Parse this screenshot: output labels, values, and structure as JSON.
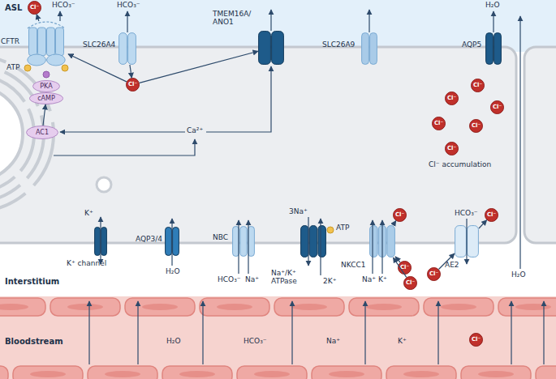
{
  "diagram": {
    "nodes": [
      {
        "text": [
          "Cl⁻"
        ]
      },
      {
        "text": [
          "CFTR"
        ]
      },
      {
        "text": [
          "PKA"
        ]
      },
      {
        "text": [
          "cAMP"
        ]
      },
      {
        "text": [
          "AC1"
        ]
      },
      {
        "text": [
          "SLC26A4"
        ]
      },
      {
        "text": [
          "Cl⁻"
        ]
      },
      {
        "text": [
          "TMEM16A/ ANO1"
        ]
      },
      {
        "text": [
          "SLC26A9"
        ]
      },
      {
        "text": [
          "AQP5"
        ]
      },
      {
        "text": [
          "Cl⁻"
        ]
      },
      {
        "text": [
          "Cl⁻"
        ]
      },
      {
        "text": [
          "Cl⁻"
        ]
      },
      {
        "text": [
          "Cl⁻"
        ]
      },
      {
        "text": [
          "Cl⁻"
        ]
      },
      {
        "text": [
          "Cl⁻"
        ]
      },
      {
        "text": [
          "K⁺ channel"
        ]
      },
      {
        "text": [
          "AQP3/4"
        ]
      },
      {
        "text": [
          "NBC"
        ]
      },
      {
        "text": [
          "Na⁺/K⁺ ATPase"
        ]
      },
      {
        "text": [
          "NKCC1"
        ]
      },
      {
        "text": [
          "Cl⁻"
        ]
      },
      {
        "text": [
          "Cl⁻"
        ]
      },
      {
        "text": [
          "Cl⁻"
        ]
      },
      {
        "text": [
          "AE2"
        ]
      },
      {
        "text": [
          "Cl⁻"
        ]
      },
      {
        "text": [
          "Cl⁻"
        ]
      },
      {
        "text": [
          "Cl⁻"
        ]
      }
    ],
    "edges": [
      {
        "from": 1,
        "to": 0,
        "arrow": "to"
      },
      {
        "from": 4,
        "to": 3,
        "arrow": "to"
      },
      {
        "from": 5,
        "to": 6,
        "arrow": "to"
      },
      {
        "from": 6,
        "to": 1,
        "arrow": "to"
      },
      {
        "from": 6,
        "to": 7,
        "arrow": "to"
      },
      {
        "from": 22,
        "to": 20,
        "arrow": "to"
      },
      {
        "from": 23,
        "to": 20,
        "arrow": "to"
      },
      {
        "from": 20,
        "to": 21,
        "arrow": "to"
      },
      {
        "from": 26,
        "to": 24,
        "arrow": "to"
      },
      {
        "from": 24,
        "to": 25,
        "arrow": "to"
      }
    ],
    "labels": [
      "ASL",
      "HCO₃⁻",
      "ATP",
      "HCO₃⁻",
      "H₂O",
      "Ca²⁺",
      "Cl⁻ accumulation",
      "K⁺",
      "H₂O",
      "HCO₃⁻",
      "Na⁺",
      "3Na⁺",
      "ATP",
      "2K⁺",
      "Na⁺",
      "K⁺",
      "HCO₃⁻",
      "Interstitium",
      "H₂O",
      "Bloodstream",
      "H₂O",
      "HCO₃⁻",
      "Na⁺",
      "K⁺"
    ]
  }
}
